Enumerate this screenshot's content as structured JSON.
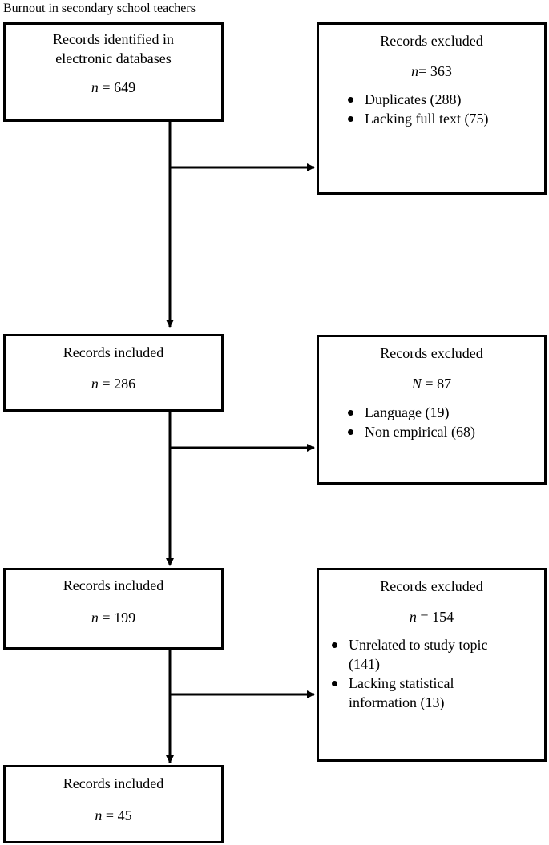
{
  "header": {
    "title": "Burnout in secondary school teachers"
  },
  "stages": [
    {
      "title": "Records identified in electronic databases",
      "n_symbol": "n",
      "n_sep": " = ",
      "n_value": "649"
    },
    {
      "title": "Records included",
      "n_symbol": "n",
      "n_sep": " = ",
      "n_value": "286"
    },
    {
      "title": "Records included",
      "n_symbol": "n",
      "n_sep": " = ",
      "n_value": "199"
    },
    {
      "title": "Records included",
      "n_symbol": "n",
      "n_sep": " = ",
      "n_value": "45"
    }
  ],
  "exclusions": [
    {
      "title": "Records excluded",
      "n_symbol": "n",
      "n_sep": "= ",
      "n_value": "363",
      "items": [
        "Duplicates (288)",
        "Lacking full text (75)"
      ]
    },
    {
      "title": "Records excluded",
      "n_symbol": "N",
      "n_sep": " = ",
      "n_value": "87",
      "items": [
        "Language (19)",
        "Non empirical (68)"
      ]
    },
    {
      "title": "Records excluded",
      "n_symbol": "n",
      "n_sep": " = ",
      "n_value": "154",
      "items": [
        "Unrelated to study topic (141)",
        "Lacking statistical information (13)"
      ]
    }
  ]
}
